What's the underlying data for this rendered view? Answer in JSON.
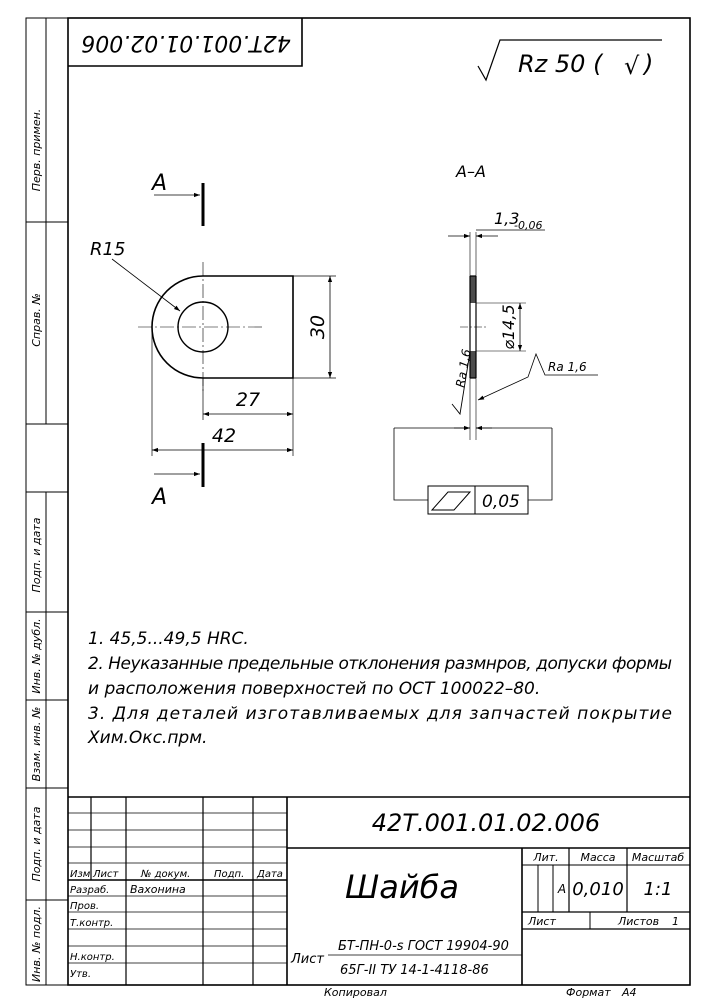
{
  "header": {
    "stamp_rotated": "42Т.001.01.02.006",
    "roughness_general": "Rz 50 (",
    "roughness_check": "√",
    "roughness_close": ")"
  },
  "side_margin": {
    "perv_primen": "Перв. примен.",
    "sprav_no": "Справ. №",
    "podp_data_1": "Подп. и дата",
    "inv_dubl": "Инв. № дубл.",
    "vzam_inv": "Взам. инв. №",
    "podp_data_2": "Подп. и дата",
    "inv_podl": "Инв. № подл."
  },
  "drawing": {
    "section_mark_top": "А",
    "section_mark_bottom": "А",
    "section_title": "А–А",
    "radius_label": "R15",
    "height_dim": "30",
    "length_dim_27": "27",
    "length_dim_42": "42",
    "thickness_main": "1,3",
    "thickness_tol": "-0,06",
    "hole_dia": "⌀14,5",
    "roughness_face": "Ra 1,6",
    "roughness_side": "Ra 1,6",
    "flatness_tol": "0,05"
  },
  "notes": [
    "1. 45,5...49,5 HRC.",
    "2. Неуказанные предельные отклонения размнров, допуски формы",
    "и расположения поверхностей по ОСТ 100022–80.",
    "3. Для деталей изготавливаемых для запчастей покрытие",
    "Хим.Окс.прм."
  ],
  "title_block": {
    "designation": "42Т.001.01.02.006",
    "part_name": "Шайба",
    "col_izm": "Изм",
    "col_list": "Лист",
    "col_dokum": "№ докум.",
    "col_podp": "Подп.",
    "col_data": "Дата",
    "razrab_label": "Разраб.",
    "razrab_name": "Вахонина",
    "prov_label": "Пров.",
    "tkontr_label": "Т.контр.",
    "nkontr_label": "Н.контр.",
    "utv_label": "Утв.",
    "lit_label": "Лит.",
    "massa_label": "Масса",
    "masshtab_label": "Масштаб",
    "lit_value": "А",
    "massa_value": "0,010",
    "masshtab_value": "1:1",
    "list_label": "Лист",
    "listov_label": "Листов",
    "listov_value": "1",
    "material_prefix": "Лист",
    "material_top": "БТ-ПН-0-s ГОСТ 19904-90",
    "material_bottom": "65Г-II ТУ 14-1-4118-86",
    "kopiroval": "Копировал",
    "format_label": "Формат",
    "format_value": "А4"
  }
}
